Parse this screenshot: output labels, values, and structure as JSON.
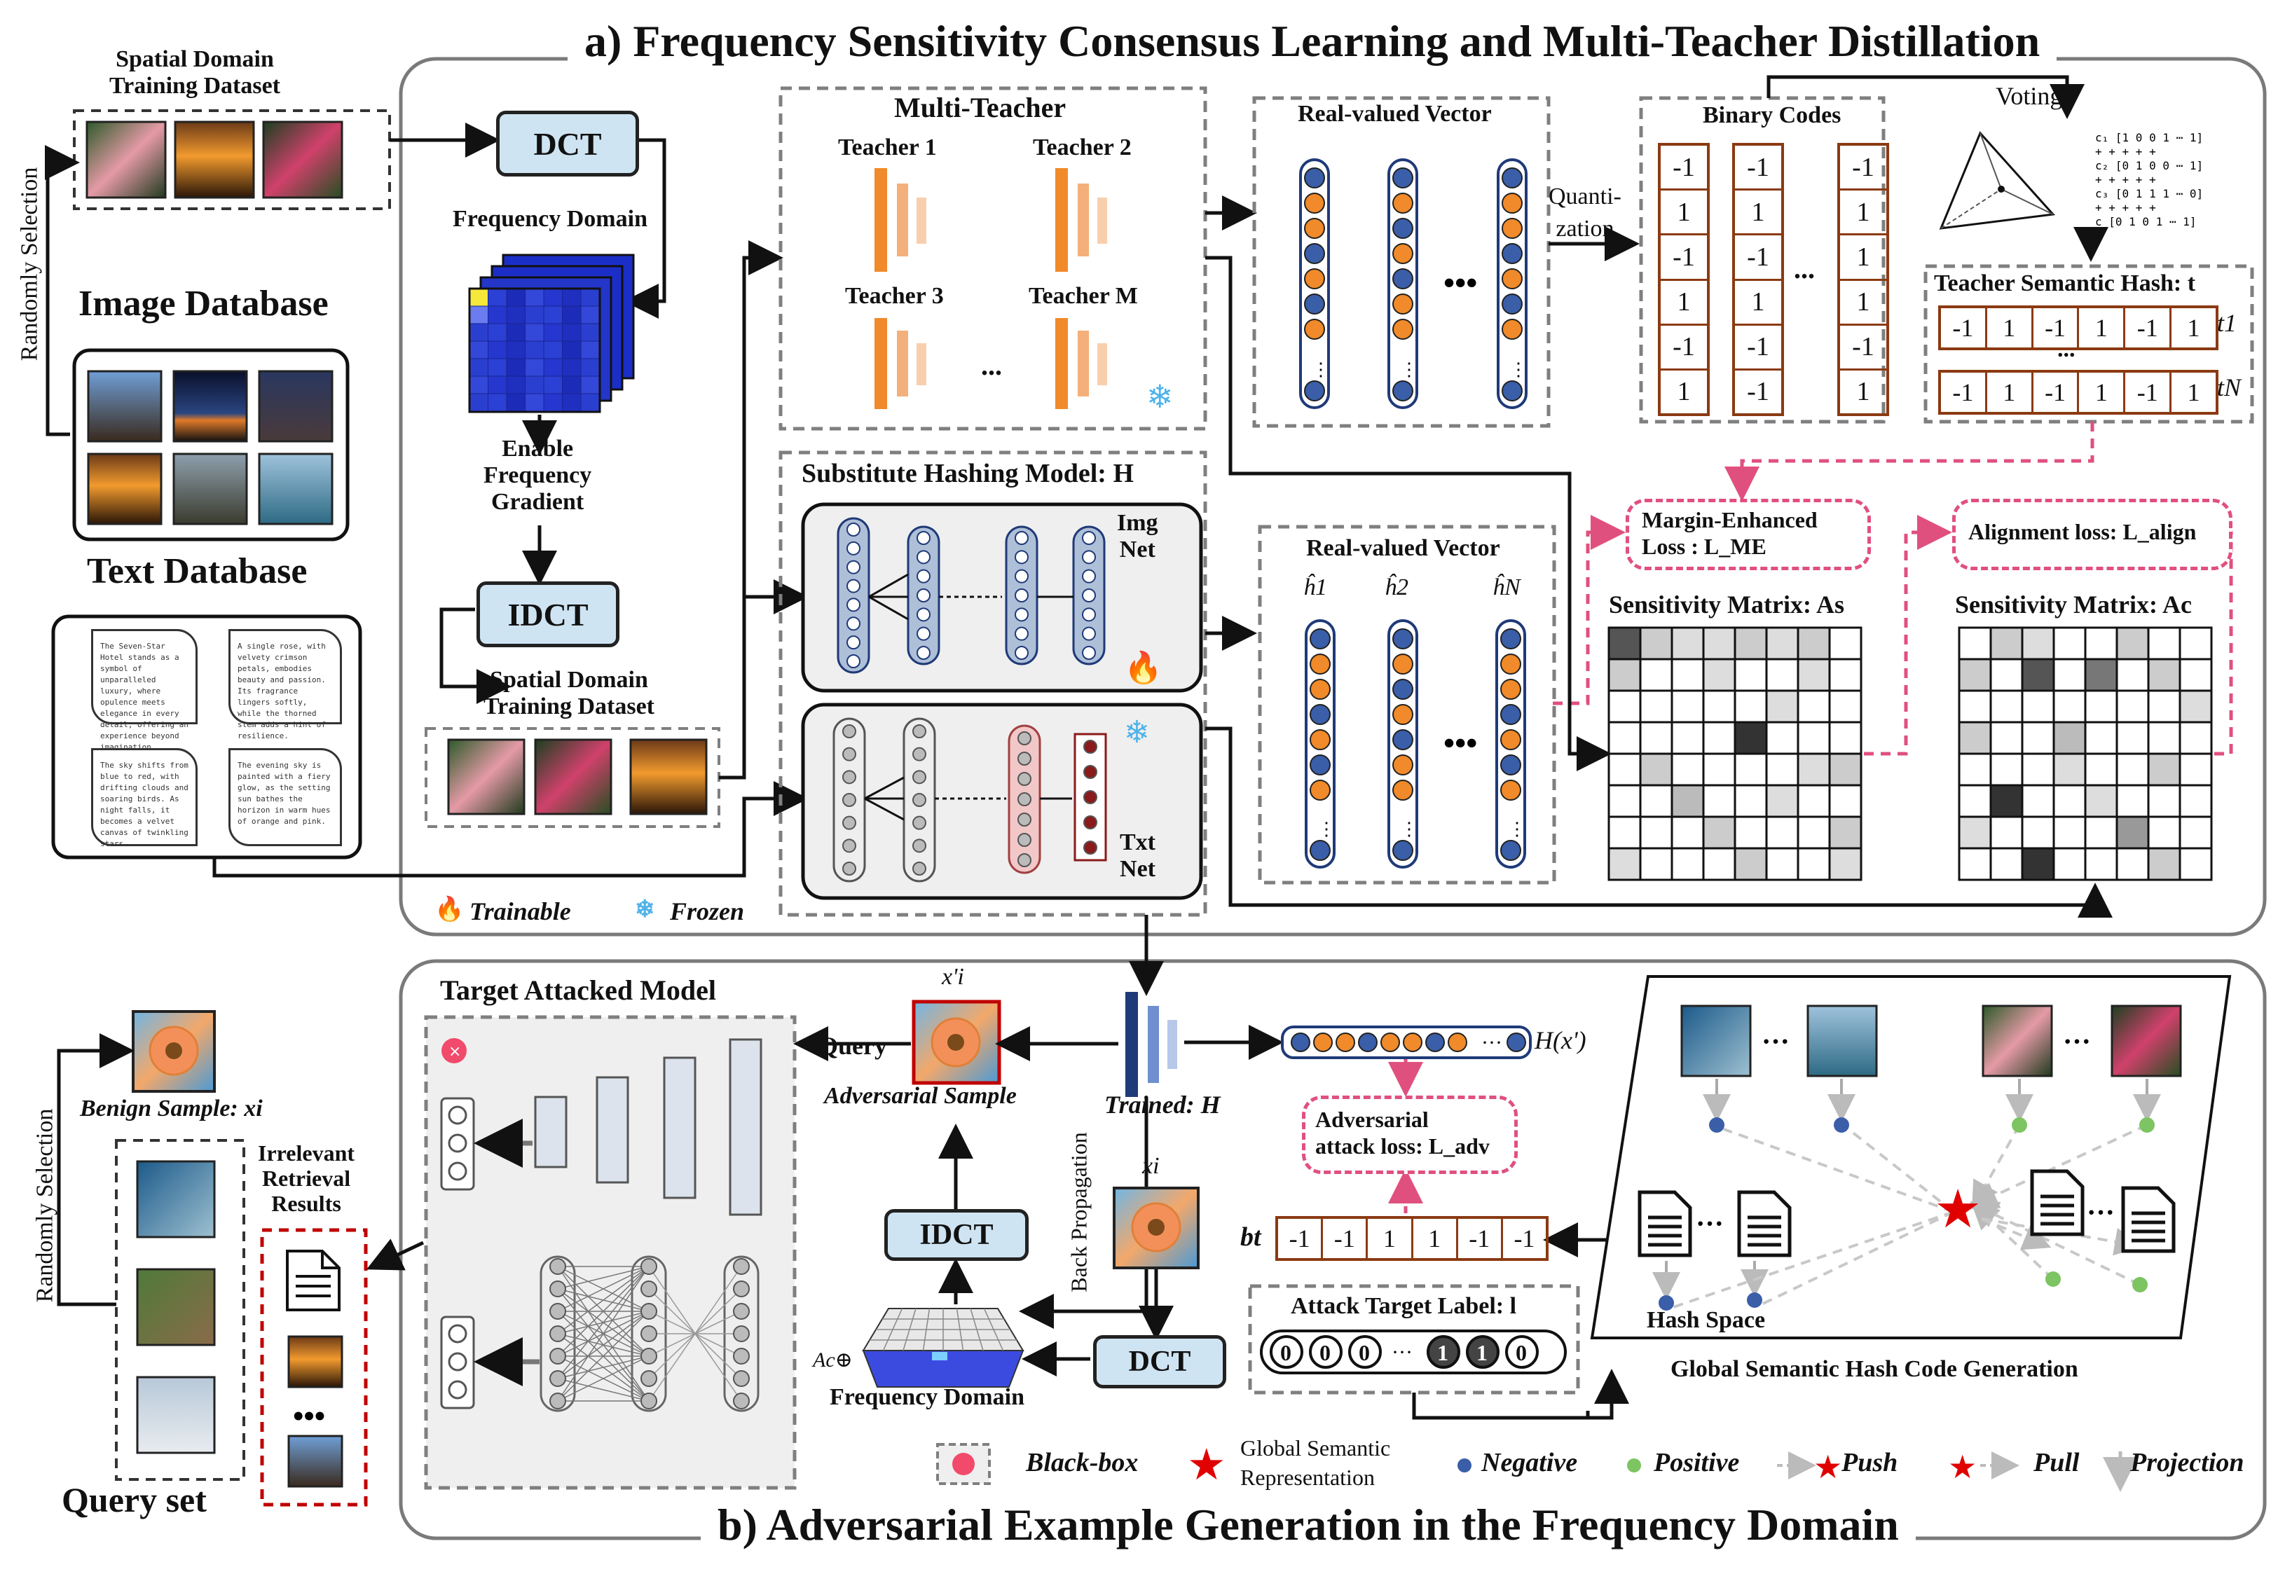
{
  "panel_a": {
    "title": "a) Frequency Sensitivity Consensus Learning and Multi-Teacher Distillation",
    "spatial_dataset_top": "Spatial Domain\nTraining Dataset",
    "randomly_selection": "Randomly Selection",
    "image_database": "Image Database",
    "text_database": "Text Database",
    "docs": [
      "The Seven-Star Hotel stands as a symbol of unparalleled luxury, where opulence meets elegance in every detail, offering an experience beyond imagination.",
      "A single rose, with velvety crimson petals, embodies beauty and passion. Its fragrance lingers softly, while the thorned stem adds a hint of resilience.",
      "The sky shifts from blue to red, with drifting clouds and soaring birds. As night falls, it becomes a velvet canvas of twinkling stars.",
      "The evening sky is painted with a fiery glow, as the setting sun bathes the horizon in warm hues of orange and pink."
    ],
    "dct": "DCT",
    "frequency_domain": "Frequency Domain",
    "enable_gradient": "Enable\nFrequency\nGradient",
    "idct": "IDCT",
    "spatial_dataset_bottom": "Spatial Domain\nTraining Dataset",
    "multi_teacher": "Multi-Teacher",
    "teacher1": "Teacher 1",
    "teacher2": "Teacher 2",
    "teacher3": "Teacher 3",
    "teacherM": "Teacher M",
    "ellipsis": "...",
    "real_valued_vector": "Real-valued Vector",
    "quantization": "Quanti-\nzation",
    "binary_codes": "Binary Codes",
    "binary_cols": [
      [
        "-1",
        "1",
        "-1",
        "1",
        "-1",
        "1"
      ],
      [
        "-1",
        "1",
        "-1",
        "1",
        "-1",
        "-1"
      ],
      [
        "-1",
        "1",
        "1",
        "1",
        "-1",
        "1"
      ]
    ],
    "voting": "Voting",
    "teacher_semantic_hash": "Teacher Semantic Hash: t",
    "hash_rows": [
      [
        "-1",
        "1",
        "-1",
        "1",
        "-1",
        "1"
      ],
      [
        "-1",
        "1",
        "-1",
        "1",
        "-1",
        "1"
      ]
    ],
    "t1": "t1",
    "tN": "tN",
    "substitute_model": "Substitute Hashing Model: H",
    "img_net": "Img\nNet",
    "txt_net": "Txt\nNet",
    "real_valued_vector2": "Real-valued Vector",
    "h_labels": [
      "ĥ1",
      "ĥ2",
      "ĥN"
    ],
    "margin_loss": "Margin-Enhanced\nLoss : L_ME",
    "alignment_loss": "Alignment loss: L_align",
    "sensitivity_s": "Sensitivity Matrix: As",
    "sensitivity_c": "Sensitivity Matrix: Ac",
    "trainable": "Trainable",
    "frozen": "Frozen"
  },
  "panel_b": {
    "title": "b) Adversarial Example Generation in the Frequency Domain",
    "target_model": "Target Attacked Model",
    "query": "Query",
    "adv_label": "x'i",
    "adversarial_sample": "Adversarial Sample",
    "trained_h": "Trained: H",
    "hx": "H(x')",
    "adv_loss": "Adversarial\nattack loss: L_adv",
    "bt": "bt",
    "bt_values": [
      "-1",
      "-1",
      "1",
      "1",
      "-1",
      "-1"
    ],
    "back_propagation": "Back Propagation",
    "xi": "xi",
    "idct": "IDCT",
    "dct": "DCT",
    "ac_plus": "Ac⊕",
    "frequency_domain": "Frequency Domain",
    "attack_target_label": "Attack Target Label: l",
    "label_digits": [
      "0",
      "0",
      "0",
      "1",
      "1",
      "0"
    ],
    "benign_sample": "Benign Sample: xi",
    "randomly_selection": "Randomly Selection",
    "query_set": "Query set",
    "irrelevant": "Irrelevant\nRetrieval\nResults",
    "hash_space": "Hash Space",
    "global_gen": "Global Semantic Hash Code Generation",
    "legend": {
      "black_box": "Black-box",
      "global_semantic": "Global Semantic\nRepresentation",
      "negative": "Negative",
      "positive": "Positive",
      "push": "Push",
      "pull": "Pull",
      "projection": "Projection"
    }
  },
  "colors": {
    "orange": "#f08a2a",
    "blue_node": "#3a5ea8",
    "brown": "#8b3a12",
    "pink": "#e0507e",
    "light_blue_box": "#cfe4f2",
    "green_node": "#7dc462"
  }
}
